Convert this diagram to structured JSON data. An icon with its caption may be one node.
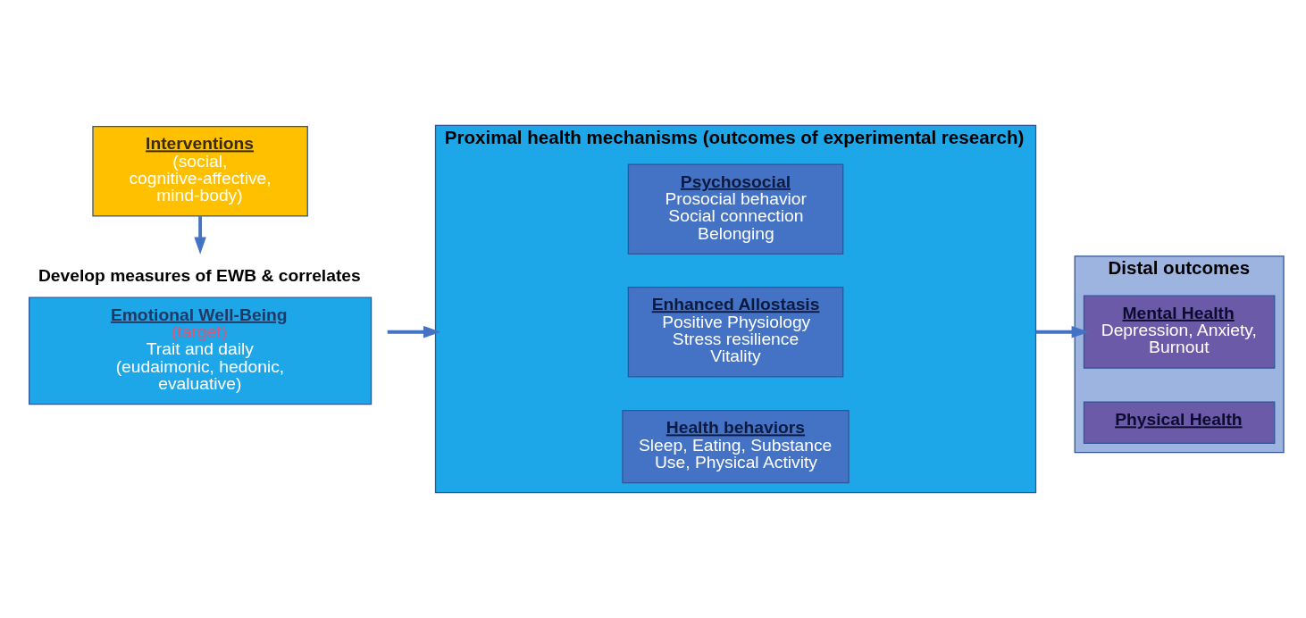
{
  "diagram": {
    "nodes": [
      {
        "text": [
          "Emotional Well-Being",
          "(target)",
          "Trait and daily (eudaimonic, hedonic, evaluative)"
        ],
        "beside": [
          "Develop measures of EWB & correlates"
        ]
      },
      {
        "text": [
          "Interventions",
          "(social, cognitive-affective, mind-body)"
        ]
      },
      {
        "text": [
          "Proximal health mechanisms (outcomes of experimental research)"
        ]
      },
      {
        "text": [
          "Psychosocial",
          "Prosocial behavior Social connection Belonging"
        ],
        "in": 2
      },
      {
        "text": [
          "Enhanced Allostasis",
          "Positive Physiology Stress resilience Vitality"
        ],
        "in": 2
      },
      {
        "text": [
          "Health behaviors",
          "Sleep, Eating, Substance Use, Physical Activity"
        ],
        "in": 2
      },
      {
        "text": [
          "Distal outcomes"
        ]
      },
      {
        "text": [
          "Mental Health",
          "Depression, Anxiety, Burnout"
        ],
        "in": 6
      },
      {
        "text": [
          "Physical Health"
        ],
        "in": 6
      }
    ],
    "edges": [
      {
        "from": 1,
        "to": 0,
        "arrow": "to"
      },
      {
        "from": 0,
        "to": 2,
        "arrow": "to"
      },
      {
        "from": 2,
        "to": 7,
        "arrow": "to"
      }
    ]
  }
}
